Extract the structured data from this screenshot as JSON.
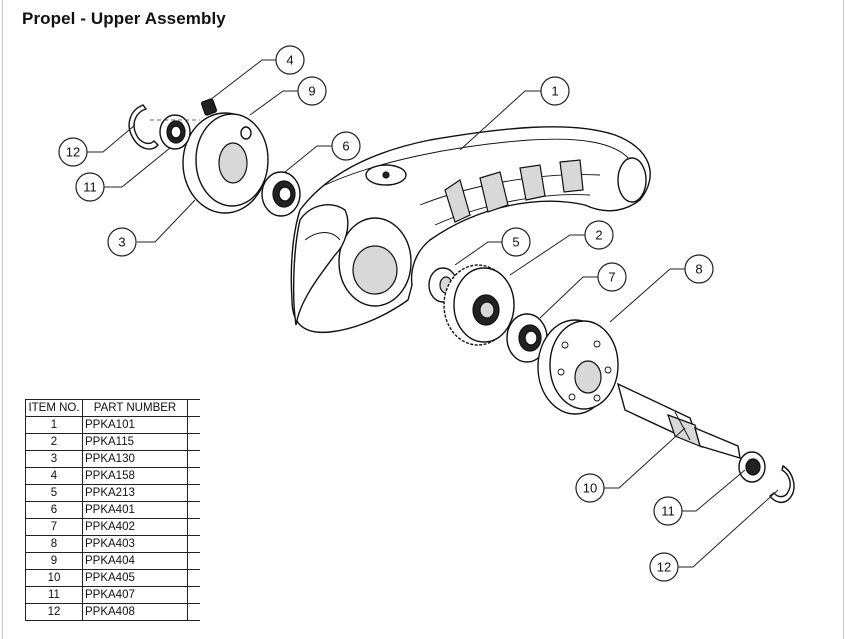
{
  "title": "Propel - Upper Assembly",
  "callouts": [
    {
      "label": "1"
    },
    {
      "label": "2"
    },
    {
      "label": "3"
    },
    {
      "label": "4"
    },
    {
      "label": "5"
    },
    {
      "label": "6"
    },
    {
      "label": "7"
    },
    {
      "label": "8"
    },
    {
      "label": "9"
    },
    {
      "label": "10"
    },
    {
      "label": "11"
    },
    {
      "label": "11"
    },
    {
      "label": "12"
    },
    {
      "label": "12"
    }
  ],
  "bom": {
    "headers": [
      "ITEM NO.",
      "PART NUMBER"
    ],
    "rows": [
      {
        "item": "1",
        "part": "PPKA101"
      },
      {
        "item": "2",
        "part": "PPKA115"
      },
      {
        "item": "3",
        "part": "PPKA130"
      },
      {
        "item": "4",
        "part": "PPKA158"
      },
      {
        "item": "5",
        "part": "PPKA213"
      },
      {
        "item": "6",
        "part": "PPKA401"
      },
      {
        "item": "7",
        "part": "PPKA402"
      },
      {
        "item": "8",
        "part": "PPKA403"
      },
      {
        "item": "9",
        "part": "PPKA404"
      },
      {
        "item": "10",
        "part": "PPKA405"
      },
      {
        "item": "11",
        "part": "PPKA407"
      },
      {
        "item": "12",
        "part": "PPKA408"
      }
    ]
  }
}
